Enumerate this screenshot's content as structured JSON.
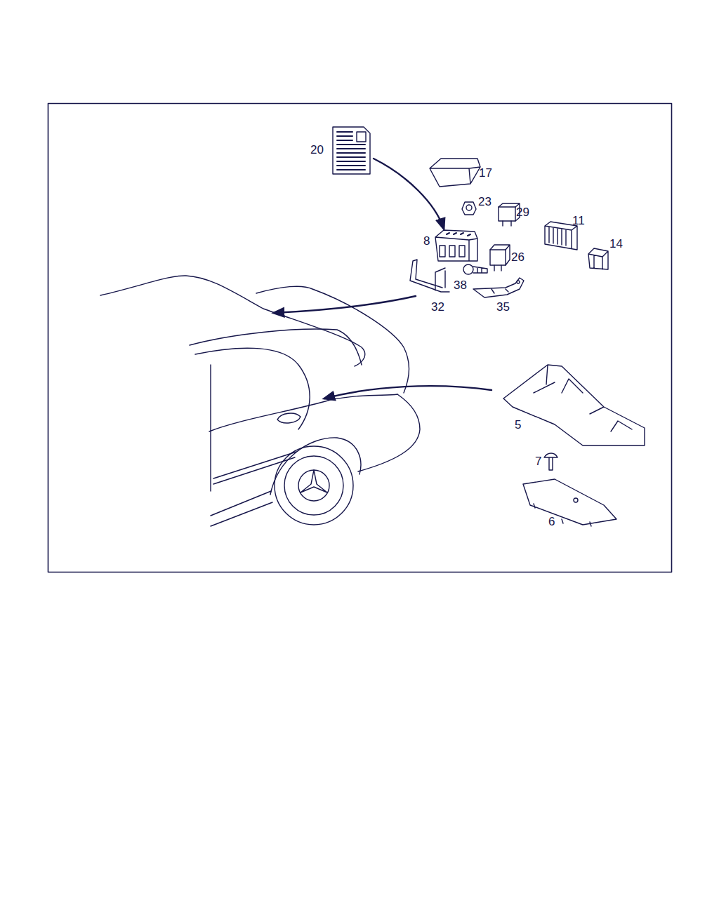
{
  "diagram": {
    "labels": [
      "20",
      "17",
      "23",
      "29",
      "11",
      "8",
      "26",
      "14",
      "38",
      "32",
      "35",
      "5",
      "7",
      "6"
    ]
  }
}
